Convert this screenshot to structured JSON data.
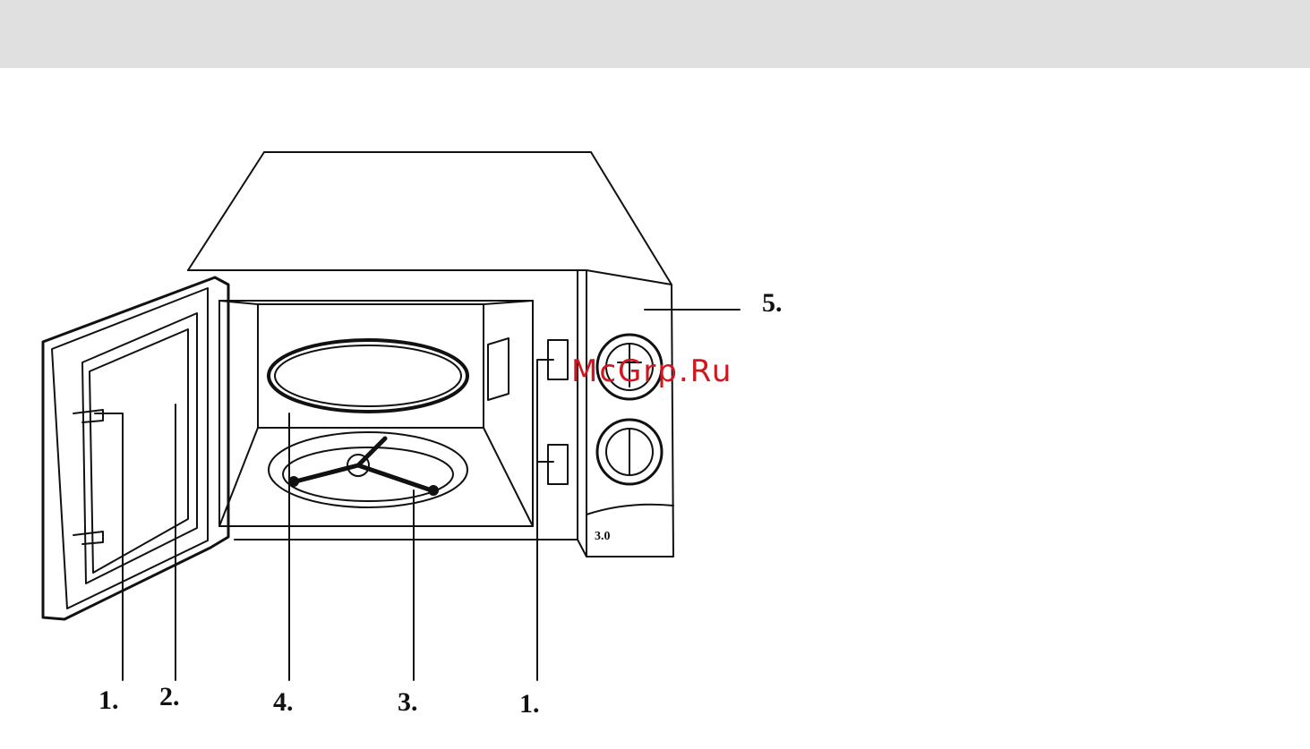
{
  "labels": {
    "door_latch_left": "1.",
    "door_window": "2.",
    "roller_ring": "4.",
    "turntable_coupler": "3.",
    "door_latch_right": "1.",
    "control_panel": "5."
  },
  "watermark": "McGrp.Ru",
  "panel_mark": "3.0"
}
